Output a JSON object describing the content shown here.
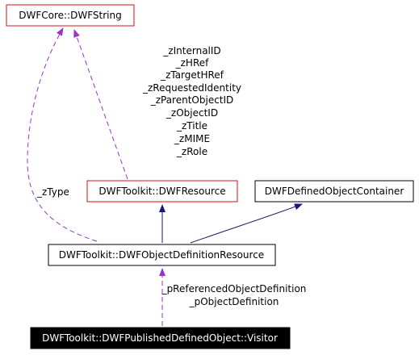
{
  "colors": {
    "red_border": "#d01010",
    "black": "#000000",
    "inherit_edge": "#191970",
    "usage_edge": "#9a32cd",
    "focus_fill": "#000000",
    "focus_text": "#ffffff"
  },
  "nodes": {
    "dwfstring": "DWFCore::DWFString",
    "dwfresource": "DWFToolkit::DWFResource",
    "container": "DWFDefinedObjectContainer",
    "objdefres": "DWFToolkit::DWFObjectDefinitionResource",
    "visitor": "DWFToolkit::DWFPublishedDefinedObject::Visitor"
  },
  "labels": {
    "type": "_zType",
    "resource_members": [
      "_zInternalID",
      "_zHRef",
      "_zTargetHRef",
      "_zRequestedIdentity",
      "_zParentObjectID",
      "_zObjectID",
      "_zTitle",
      "_zMIME",
      "_zRole"
    ],
    "objdef_members": [
      "_pReferencedObjectDefinition",
      "_pObjectDefinition"
    ]
  }
}
